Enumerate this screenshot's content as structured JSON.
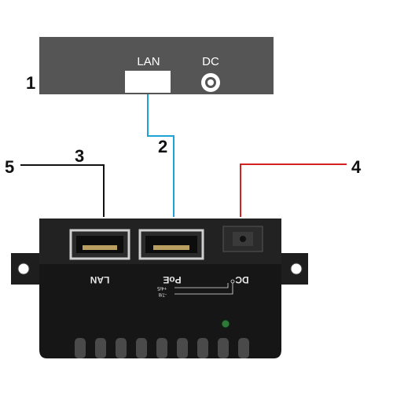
{
  "device_top": {
    "lan_label": "LAN",
    "dc_label": "DC"
  },
  "callouts": {
    "n1": "1",
    "n2": "2",
    "n3": "3",
    "n4": "4",
    "n5": "5"
  },
  "injector": {
    "lan_label": "LAN",
    "poe_label": "PoE",
    "dc_label": "DC",
    "pin_label_top": "+4/5",
    "pin_label_bottom": "-7/8"
  },
  "colors": {
    "device_fill": "#555555",
    "injector_body": "#161616",
    "lan_cable": "#1fa3d6",
    "dc_cable": "#d32020",
    "black_cable": "#111111"
  }
}
